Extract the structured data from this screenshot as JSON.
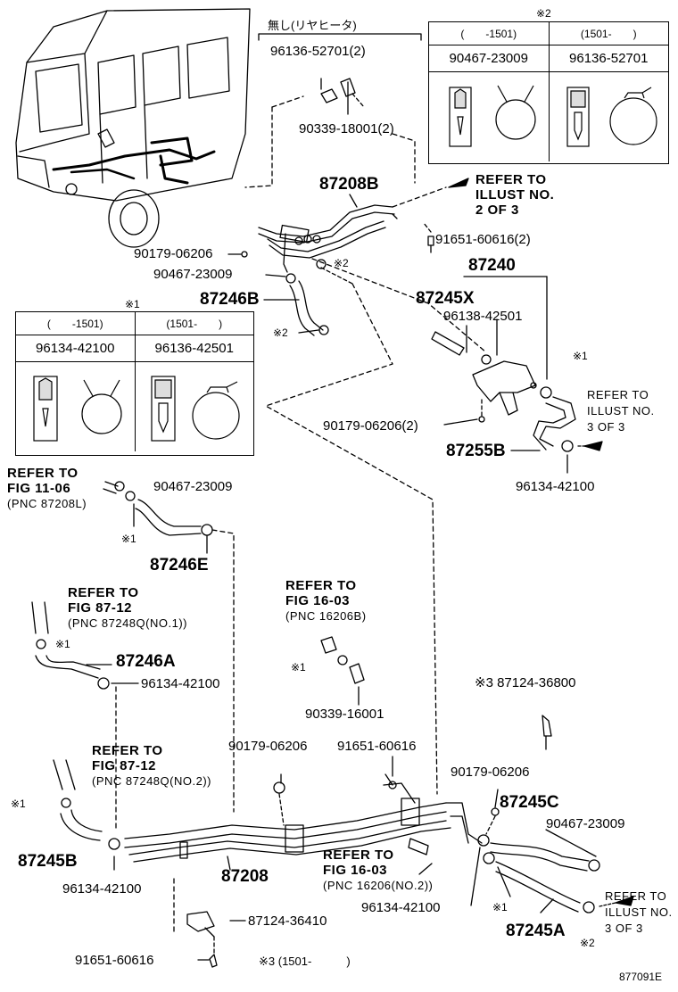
{
  "labels": {
    "no_rear_heater": "無し(リヤヒータ)",
    "p96136_52701_2": "96136-52701(2)",
    "p90339_18001_2": "90339-18001(2)",
    "p87208B": "87208B",
    "p90179_06206_a": "90179-06206",
    "p91651_60616_2": "91651-60616(2)",
    "p90467_23009_a": "90467-23009",
    "mark2_a": "※2",
    "p87240": "87240",
    "p87246B": "87246B",
    "p87245X": "87245X",
    "p96138_42501": "96138-42501",
    "mark2_b": "※2",
    "mark1_a": "※1",
    "p90179_06206_2": "90179-06206(2)",
    "p87255B": "87255B",
    "p96134_42100_a": "96134-42100",
    "p90467_23009_b": "90467-23009",
    "mark1_b": "※1",
    "p87246E": "87246E",
    "mark1_c": "※1",
    "p87246A": "87246A",
    "p96134_42100_b": "96134-42100",
    "mark1_d": "※1",
    "p90339_16001": "90339-16001",
    "mark3_87124_36800": "※3 87124-36800",
    "p90179_06206_b": "90179-06206",
    "p91651_60616_a": "91651-60616",
    "p90179_06206_c": "90179-06206",
    "p87245C": "87245C",
    "p90467_23009_c": "90467-23009",
    "mark1_e": "※1",
    "p87245B": "87245B",
    "p96134_42100_c": "96134-42100",
    "p87208": "87208",
    "p96134_42100_d": "96134-42100",
    "mark1_f": "※1",
    "p87245A": "87245A",
    "mark2_c": "※2",
    "p87124_36410": "87124-36410",
    "p91651_60616_b": "91651-60616",
    "mark3_1501": "※3 (1501-　　　)",
    "illust_code": "877091E"
  },
  "refs": {
    "illust_2of3": [
      "REFER TO",
      "ILLUST NO.",
      "2 OF 3"
    ],
    "illust_3of3_a": [
      "REFER TO",
      "ILLUST NO.",
      "3 OF 3"
    ],
    "illust_3of3_b": [
      "REFER TO",
      "ILLUST NO.",
      "3 OF 3"
    ],
    "fig_11_06": [
      "REFER TO",
      "FIG 11-06",
      "(PNC 87208L)"
    ],
    "fig_87_12_no1": [
      "REFER TO",
      "FIG 87-12",
      "(PNC 87248Q(NO.1))"
    ],
    "fig_16_03_a": [
      "REFER TO",
      "FIG 16-03",
      "(PNC 16206B)"
    ],
    "fig_87_12_no2": [
      "REFER TO",
      "FIG 87-12",
      "(PNC 87248Q(NO.2))"
    ],
    "fig_16_03_b": [
      "REFER TO",
      "FIG 16-03",
      "(PNC 16206(NO.2))"
    ]
  },
  "table2": {
    "mark": "※2",
    "ranges": [
      "(　　-1501)",
      "(1501-　　)"
    ],
    "parts": [
      "90467-23009",
      "96136-52701"
    ]
  },
  "table1": {
    "mark": "※1",
    "ranges": [
      "(　　-1501)",
      "(1501-　　)"
    ],
    "parts": [
      "96134-42100",
      "96136-42501"
    ]
  }
}
